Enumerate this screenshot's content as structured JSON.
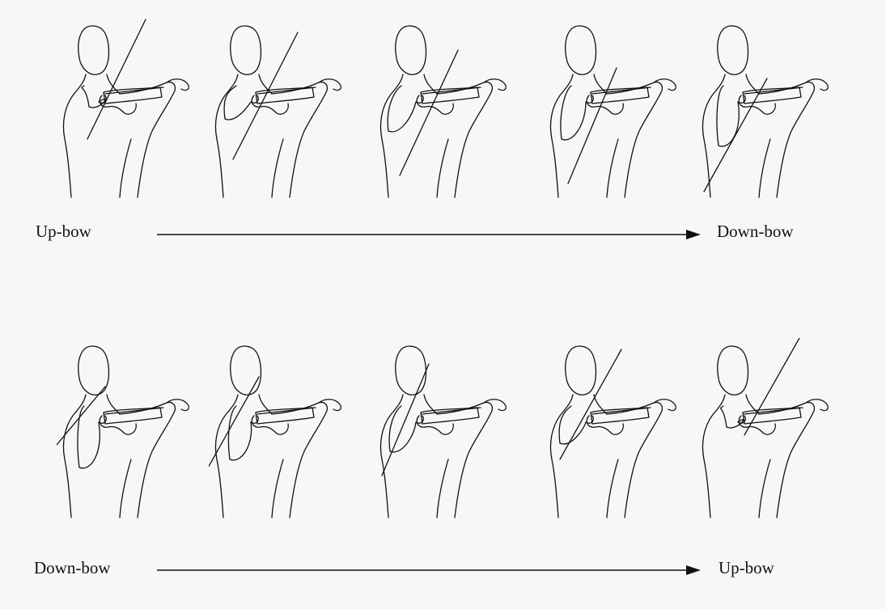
{
  "rows": [
    {
      "start_label": "Up-bow",
      "end_label": "Down-bow",
      "figure_count": 5
    },
    {
      "start_label": "Down-bow",
      "end_label": "Up-bow",
      "figure_count": 5
    }
  ],
  "colors": {
    "ink": "#111111",
    "paper": "#f7f7f5"
  }
}
